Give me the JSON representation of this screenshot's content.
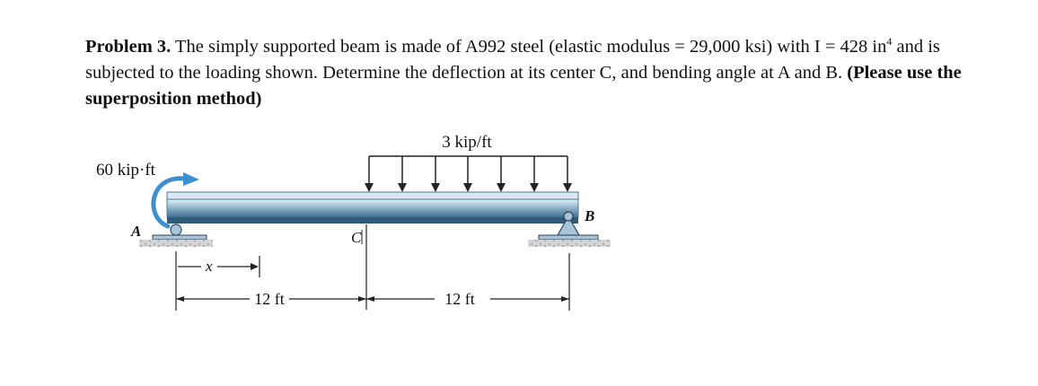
{
  "problem": {
    "label": "Problem 3.",
    "text_1": " The simply supported beam is made of A992 steel (elastic modulus = 29,000 ksi) with I = 428 in",
    "superscript": "4",
    "text_2": " and is subjected to the loading shown. Determine the deflection at its center C, and bending angle at A and B. ",
    "emphasis": "(Please use the superposition method)"
  },
  "figure": {
    "load_label": "3 kip/ft",
    "moment_label": "60 kip·ft",
    "point_a": "A",
    "point_b": "B",
    "point_c": "C",
    "x_label": "x",
    "span_left": "12 ft",
    "span_right": "12 ft",
    "colors": {
      "beam_top": "#c8dce8",
      "beam_mid": "#7fa9c4",
      "beam_dark": "#3d6f8f",
      "moment_arrow": "#3d8fd0",
      "support": "#a8c4d8",
      "ground": "#b5b5b5"
    }
  }
}
